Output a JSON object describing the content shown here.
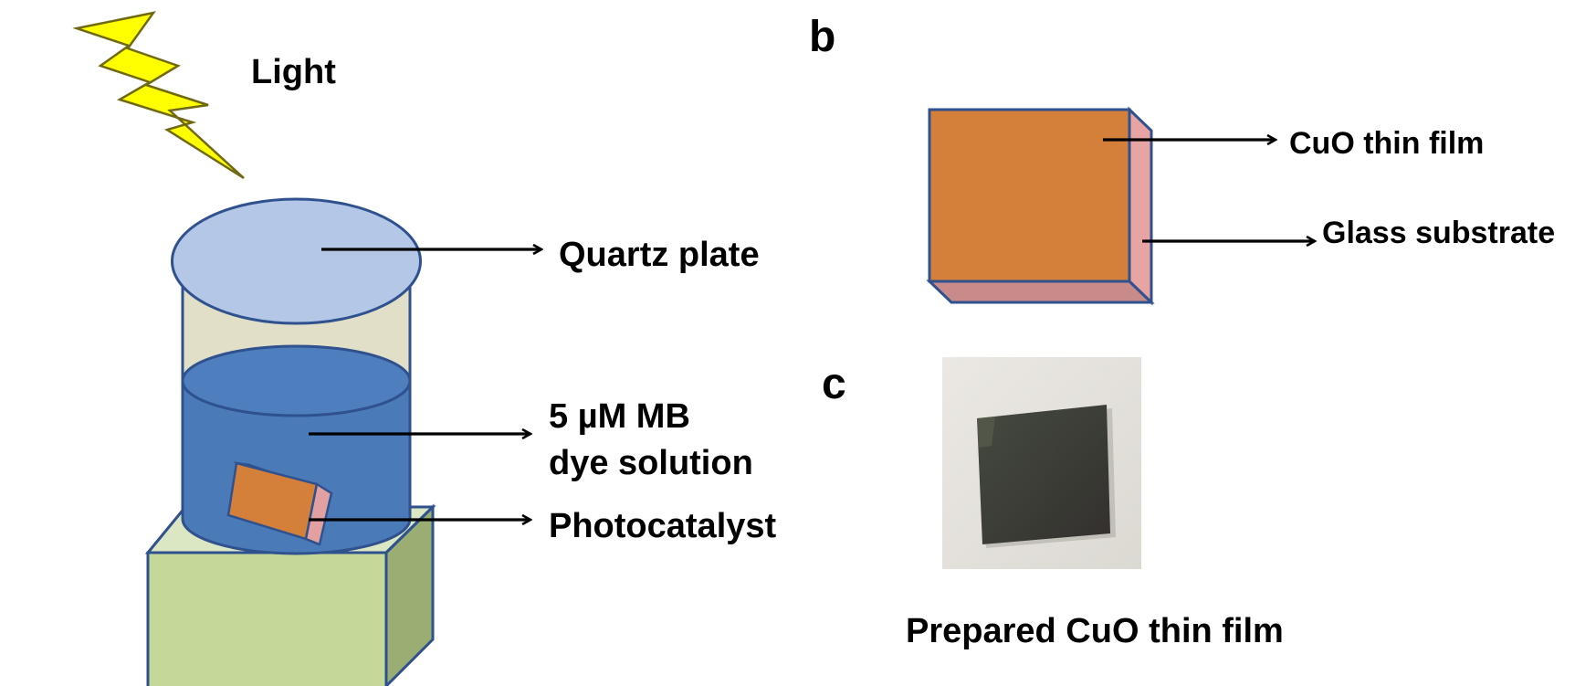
{
  "figure": {
    "panel_b_letter": "b",
    "panel_c_letter": "c",
    "labels": {
      "light": "Light",
      "quartz_plate": "Quartz plate",
      "dye_line1": "5 µM MB",
      "dye_line2": "dye solution",
      "photocatalyst": "Photocatalyst",
      "cuo_thin_film": "CuO thin film",
      "glass_substrate": "Glass substrate",
      "photo_caption": "Prepared CuO thin film"
    },
    "icons": [
      "lightning-bolt-icon"
    ],
    "colors": {
      "lightning": "#ffff00",
      "outline": "#2f528f",
      "quartz_plate": "#b4c7e7",
      "beaker_glass": "#e2dfc8",
      "dye_solution": "#4a7ab8",
      "stand_front": "#c4d89a",
      "stand_side": "#9aae73",
      "cuo_film": "#d47f3a",
      "glass_substrate": "#e8a3a3",
      "photo_background": "#e5e2dd",
      "sample_dark": "#3c3e37"
    }
  }
}
